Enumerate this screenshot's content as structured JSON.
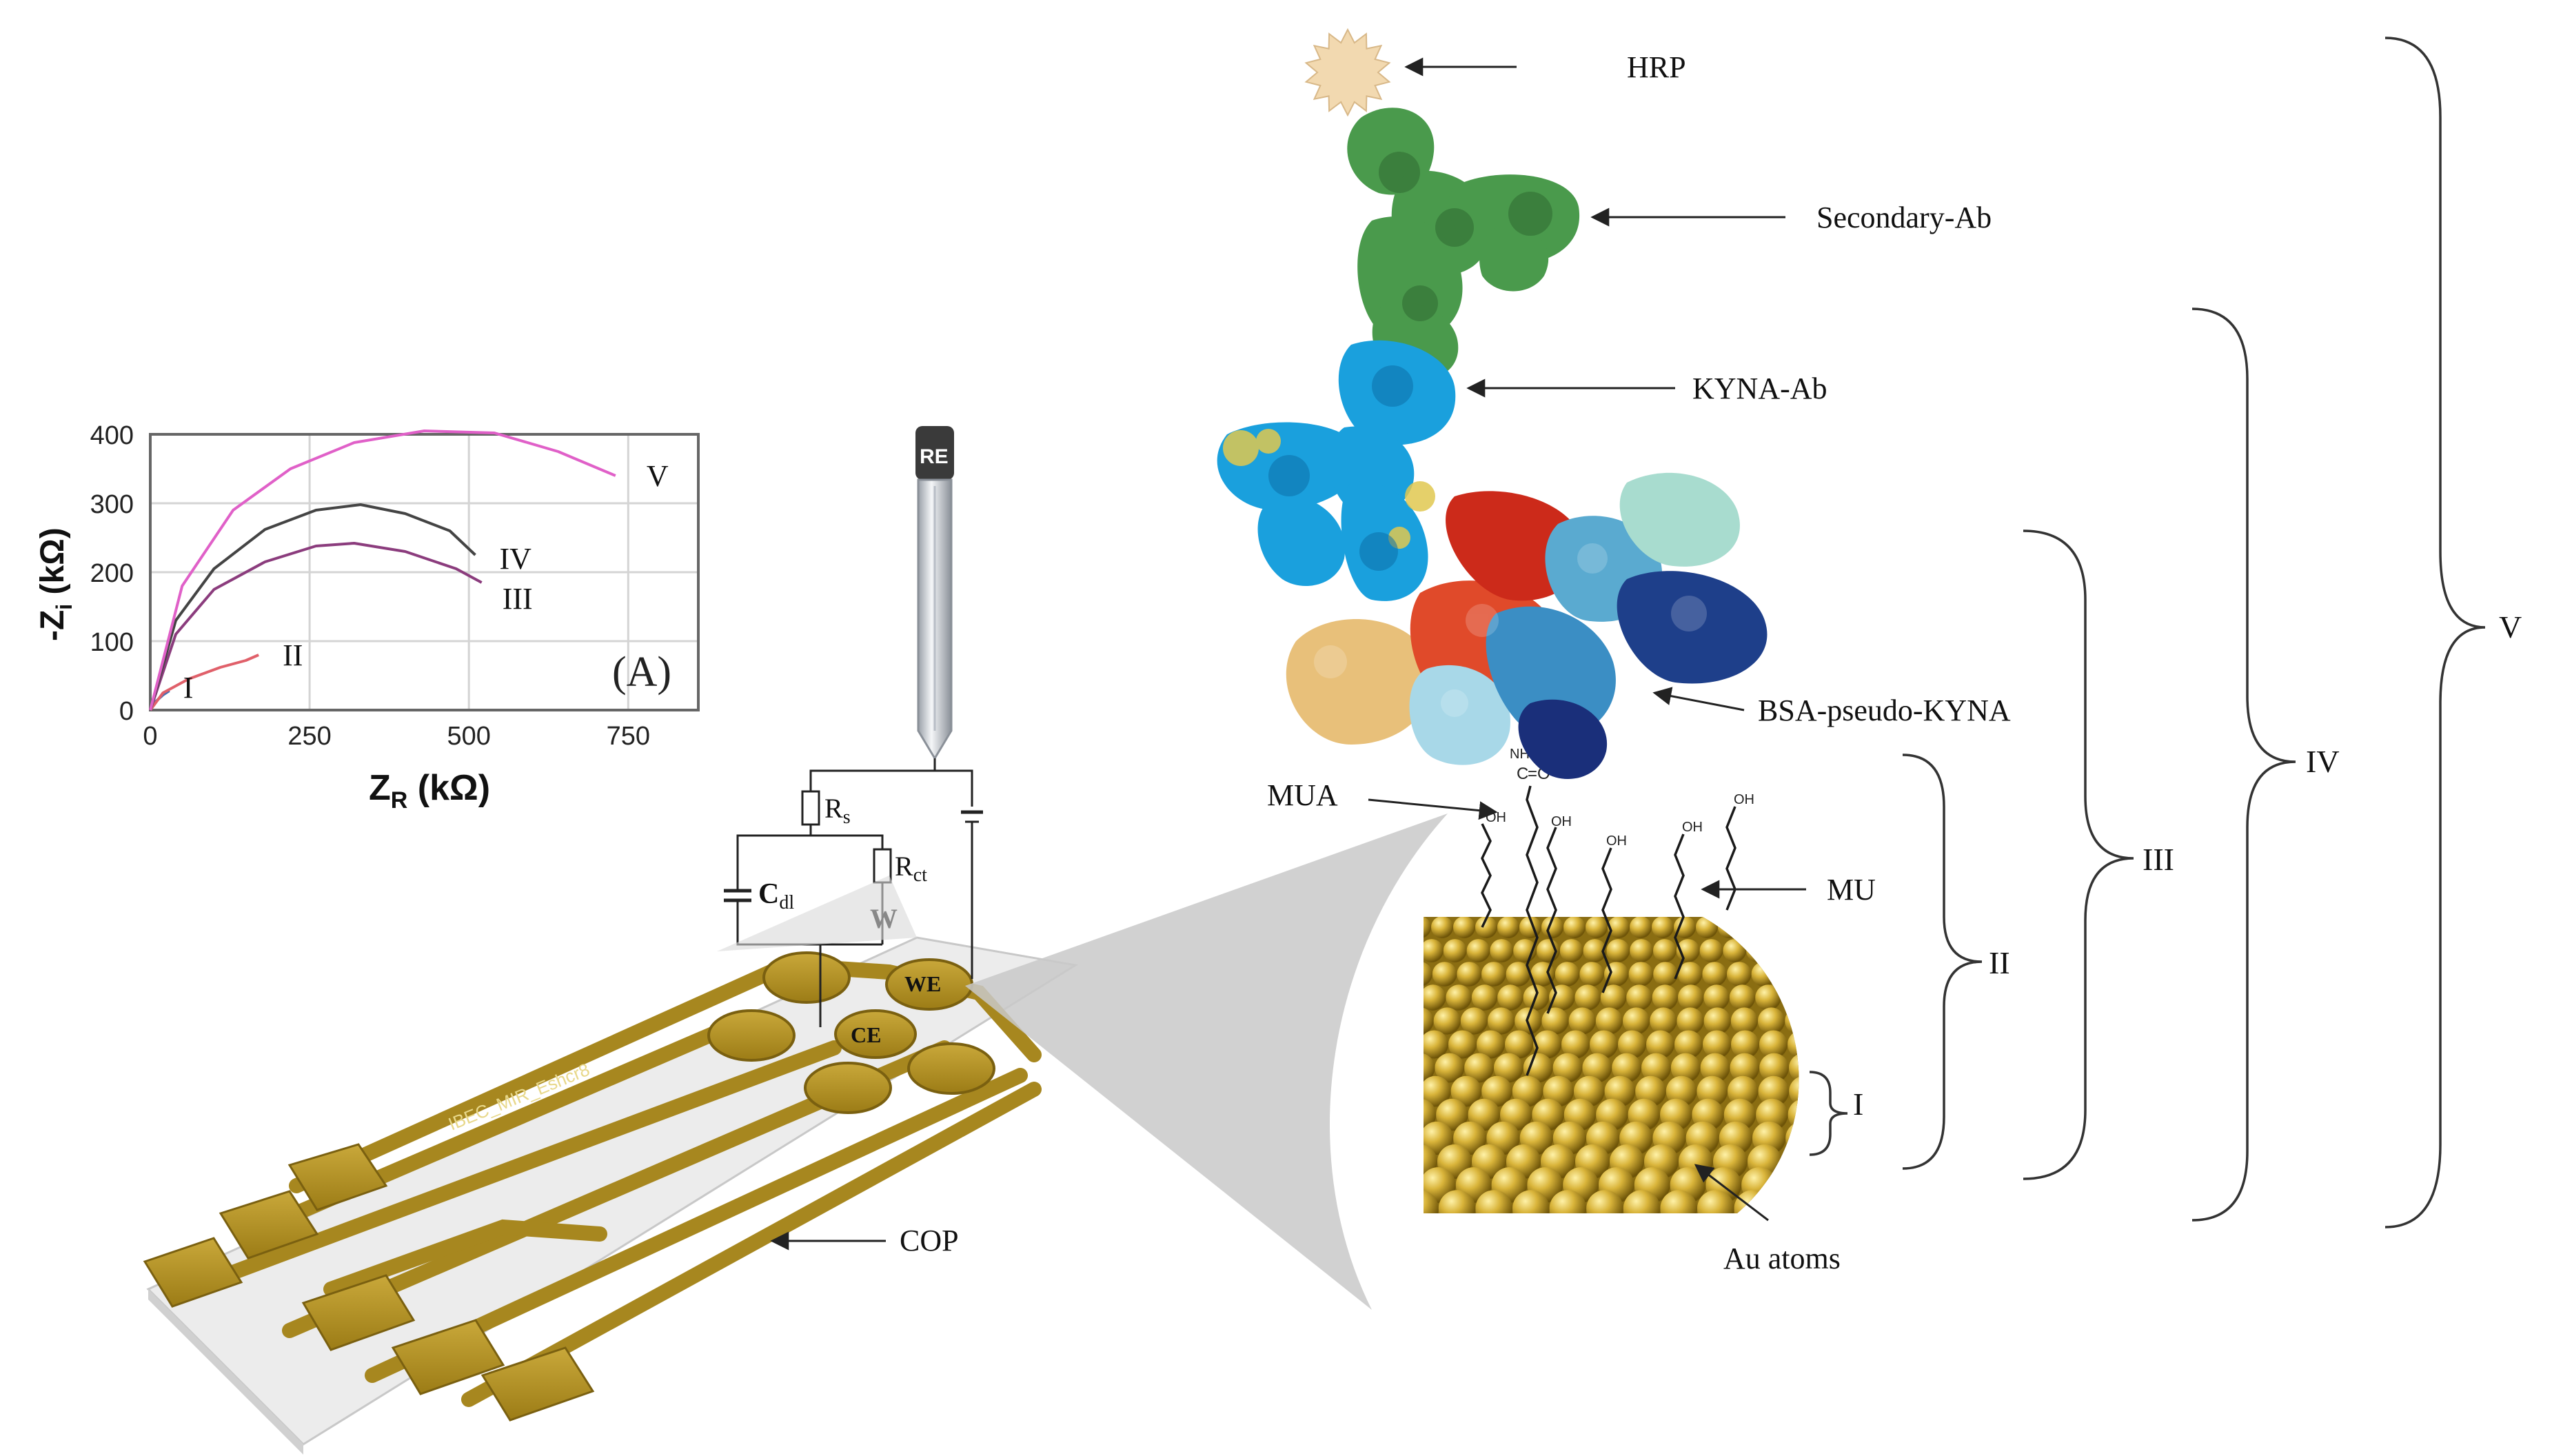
{
  "chart_data": {
    "type": "line",
    "panel_label": "(A)",
    "xlabel_main": "Z",
    "xlabel_sub": "R",
    "xlabel_unit": " (kΩ)",
    "ylabel_main": "-Z",
    "ylabel_sub": "i",
    "ylabel_unit": " (kΩ)",
    "xlim": [
      0,
      860
    ],
    "ylim": [
      0,
      400
    ],
    "x_ticks": [
      0,
      250,
      500,
      750
    ],
    "y_ticks": [
      0,
      100,
      200,
      300,
      400
    ],
    "grid": true,
    "series": [
      {
        "name": "I",
        "color": "#4a6fb0",
        "points": [
          [
            0,
            0
          ],
          [
            8,
            12
          ],
          [
            20,
            22
          ],
          [
            30,
            28
          ]
        ]
      },
      {
        "name": "II",
        "color": "#e0606a",
        "points": [
          [
            0,
            0
          ],
          [
            20,
            25
          ],
          [
            60,
            45
          ],
          [
            110,
            62
          ],
          [
            150,
            72
          ],
          [
            170,
            80
          ]
        ]
      },
      {
        "name": "III",
        "color": "#8b3c7d",
        "points": [
          [
            0,
            0
          ],
          [
            40,
            110
          ],
          [
            100,
            175
          ],
          [
            180,
            215
          ],
          [
            260,
            238
          ],
          [
            320,
            242
          ],
          [
            400,
            230
          ],
          [
            480,
            205
          ],
          [
            520,
            185
          ]
        ]
      },
      {
        "name": "IV",
        "color": "#444444",
        "points": [
          [
            0,
            0
          ],
          [
            40,
            130
          ],
          [
            100,
            205
          ],
          [
            180,
            262
          ],
          [
            260,
            290
          ],
          [
            330,
            298
          ],
          [
            400,
            285
          ],
          [
            470,
            260
          ],
          [
            510,
            225
          ]
        ]
      },
      {
        "name": "V",
        "color": "#e060c8",
        "points": [
          [
            0,
            0
          ],
          [
            50,
            180
          ],
          [
            130,
            290
          ],
          [
            220,
            350
          ],
          [
            320,
            388
          ],
          [
            430,
            405
          ],
          [
            540,
            402
          ],
          [
            640,
            375
          ],
          [
            730,
            340
          ]
        ]
      }
    ]
  },
  "labels": {
    "hrp": "HRP",
    "secondary_ab": "Secondary-Ab",
    "kyna_ab": "KYNA-Ab",
    "bsa": "BSA-pseudo-KYNA",
    "mua": "MUA",
    "mu": "MU",
    "au_atoms": "Au atoms",
    "cop": "COP",
    "re": "RE",
    "we": "WE",
    "ce": "CE",
    "chip_text": "IBEC_MIR_Eshcr8",
    "rs_main": "R",
    "rs_sub": "s",
    "rct_main": "R",
    "rct_sub": "ct",
    "cdl_main": "C",
    "cdl_sub": "dl",
    "w": "W",
    "layer_i": "I",
    "layer_ii": "II",
    "layer_iii": "III",
    "layer_iv": "IV",
    "layer_v": "V",
    "oh": "OH",
    "nh": "NH",
    "c": "C",
    "o": "=O"
  },
  "colors": {
    "gold": "#b8992a",
    "gold_dark": "#8a6d12",
    "antibody_green": "#4a9a4c",
    "antibody_blue": "#1aa0dd",
    "bsa_red": "#e04a2a",
    "bsa_navy": "#1e3f8a"
  }
}
